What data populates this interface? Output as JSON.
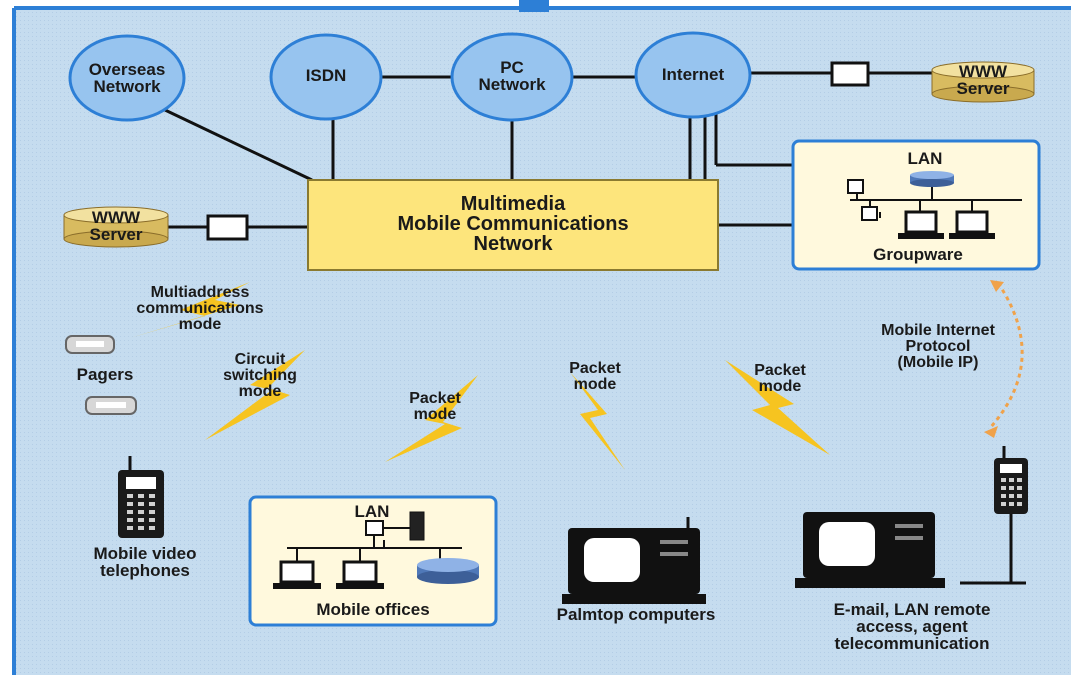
{
  "colors": {
    "background": "#c5dcef",
    "frame": "#2d7fd6",
    "cloud": "#97c4ef",
    "central_box": "#fde57c",
    "lightning": "#f6c420",
    "mobile_ip_arrow": "#f0a24a"
  },
  "networks": {
    "overseas": [
      "Overseas",
      "Network"
    ],
    "isdn": [
      "ISDN"
    ],
    "pc": [
      "PC",
      "Network"
    ],
    "internet": [
      "Internet"
    ]
  },
  "central": [
    "Multimedia",
    "Mobile Communications",
    "Network"
  ],
  "servers": {
    "www_top": [
      "WWW",
      "Server"
    ],
    "www_left": [
      "WWW",
      "Server"
    ]
  },
  "lan_top": {
    "title": "LAN",
    "caption": "Groupware"
  },
  "lan_bottom": {
    "title": "LAN",
    "caption": "Mobile offices"
  },
  "modes": {
    "multiaddress": [
      "Multiaddress",
      "communications",
      "mode"
    ],
    "circuit": [
      "Circuit",
      "switching",
      "mode"
    ],
    "packet1": [
      "Packet",
      "mode"
    ],
    "packet2": [
      "Packet",
      "mode"
    ],
    "packet3": [
      "Packet",
      "mode"
    ]
  },
  "mobile_ip": [
    "Mobile Internet",
    "Protocol",
    "(Mobile IP)"
  ],
  "devices": {
    "pagers": "Pagers",
    "video_phones": [
      "Mobile video",
      "telephones"
    ],
    "palmtop": "Palmtop computers",
    "email": [
      "E-mail, LAN remote",
      "access, agent",
      "telecommunication"
    ]
  }
}
